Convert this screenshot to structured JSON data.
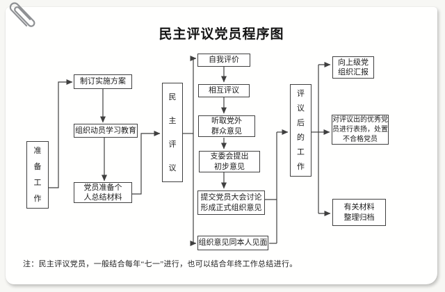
{
  "title": "民主评议党员程序图",
  "note": "注：民主评议党员，一般结合每年“七一”进行，也可以结合年终工作总结进行。",
  "stages": {
    "prep_label": "准备工作",
    "review_label": "民主评议",
    "post_label": "评议后的工作"
  },
  "boxes": {
    "plan": "制订实施方案",
    "mobilize": "组织动员学习教育",
    "materials": "党员准备个\n人总结材料",
    "self_eval": "自我评价",
    "mutual_eval": "相互评议",
    "outside_opinions": "听取党外\n群众意见",
    "committee_opinion": "支委会提出\n初步意见",
    "assembly_discussion": "提交党员大会讨论\n形成正式组织意见",
    "opinion_meeting": "组织意见同本人见面",
    "report_up": "向上级党\n组织汇报",
    "commend_handle": "对评议出的优秀党\n员进行表扬，处置\n不合格党员",
    "archive": "有关材料\n整理归档"
  },
  "colors": {
    "ink": "#3f3f3f",
    "paper": "#ffffff",
    "page_bg": "#f7f7f4"
  }
}
